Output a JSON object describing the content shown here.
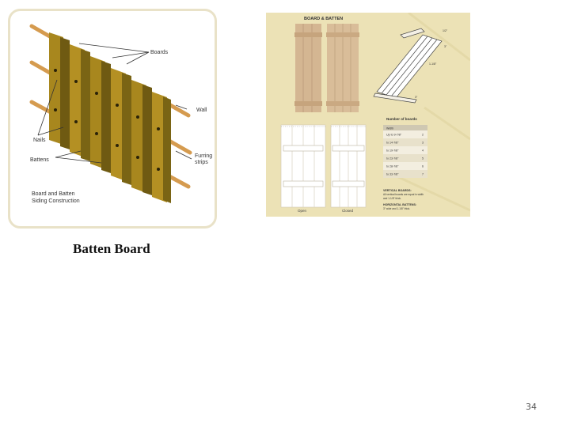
{
  "slide": {
    "caption": "Batten Board",
    "page_number": "34"
  },
  "left_figure": {
    "labels": {
      "boards": "Boards",
      "wall": "Wall",
      "nails": "Nails",
      "battens": "Battens",
      "furring_line1": "Furring",
      "furring_line2": "strips",
      "title_line1": "Board and Batten",
      "title_line2": "Siding Construction"
    }
  },
  "right_figure": {
    "title": "BOARD & BATTEN",
    "dims": {
      "d1": "1/2\"",
      "d2": "3\"",
      "d3": "1-1/8\"",
      "d4": "3\""
    },
    "open_label": "Open",
    "closed_label": "Closed",
    "table": {
      "heading": "Number of boards",
      "col_width": "Width",
      "rows": [
        {
          "width": "Up to 9-7/8\"",
          "count": "2"
        },
        {
          "width": "to 14-7/8\"",
          "count": "3"
        },
        {
          "width": "to 19-7/8\"",
          "count": "4"
        },
        {
          "width": "to 23-7/8\"",
          "count": "5"
        },
        {
          "width": "to 28-7/8\"",
          "count": "6"
        },
        {
          "width": "to 33-7/8\"",
          "count": "7"
        }
      ]
    },
    "notes": {
      "vertical_title": "VERTICAL BOARDS:",
      "vertical_line1": "All vertical boards are equal in width",
      "vertical_line2": "and 1-1/8\" thick.",
      "horizontal_title": "HORIZONTAL BATTENS:",
      "horizontal_line1": "3\" wide and 1-1/8\" thick."
    }
  }
}
